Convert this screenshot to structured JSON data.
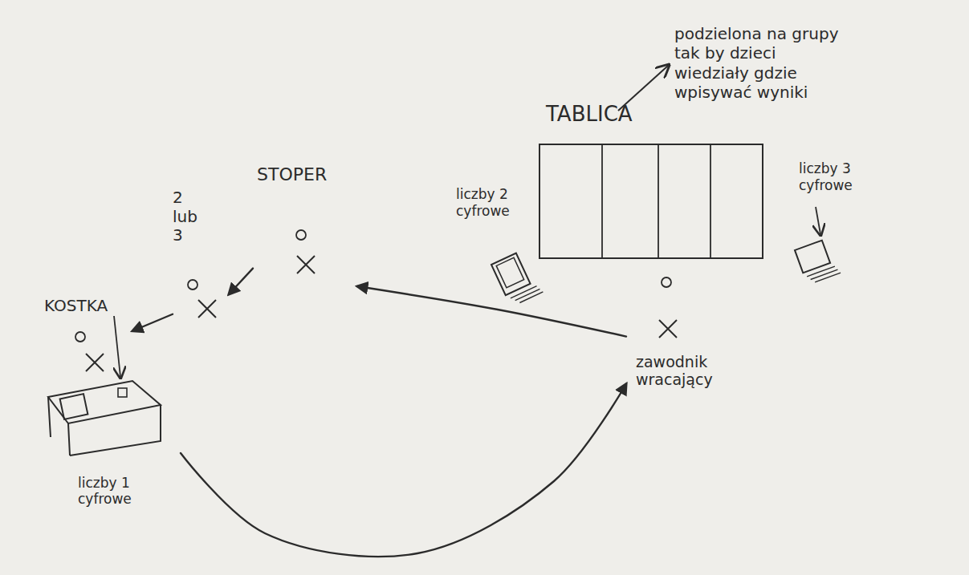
{
  "diagram": {
    "nodes": [
      {
        "text": [
          "TABLICA"
        ]
      },
      {
        "text": [
          "STOPER"
        ]
      },
      {
        "text": [
          "2 lub 3"
        ]
      },
      {
        "text": [
          "KOSTKA"
        ]
      },
      {
        "text": [
          "liczby 1 cyfrowe"
        ]
      },
      {
        "text": [
          "zawodnik wracający"
        ]
      }
    ],
    "edges": [
      {
        "from": 1,
        "to": 2,
        "arrow": "to"
      },
      {
        "from": 2,
        "to": 3,
        "arrow": "to"
      },
      {
        "from": 4,
        "to": 5,
        "arrow": "to"
      },
      {
        "from": 5,
        "to": 1,
        "arrow": "to"
      }
    ],
    "labels": [
      "podzielona na grupy tak by dzieci wiedziały gdzie wpisywać wyniki",
      "liczby 2 cyfrowe",
      "liczby 3 cyfrowe"
    ]
  }
}
